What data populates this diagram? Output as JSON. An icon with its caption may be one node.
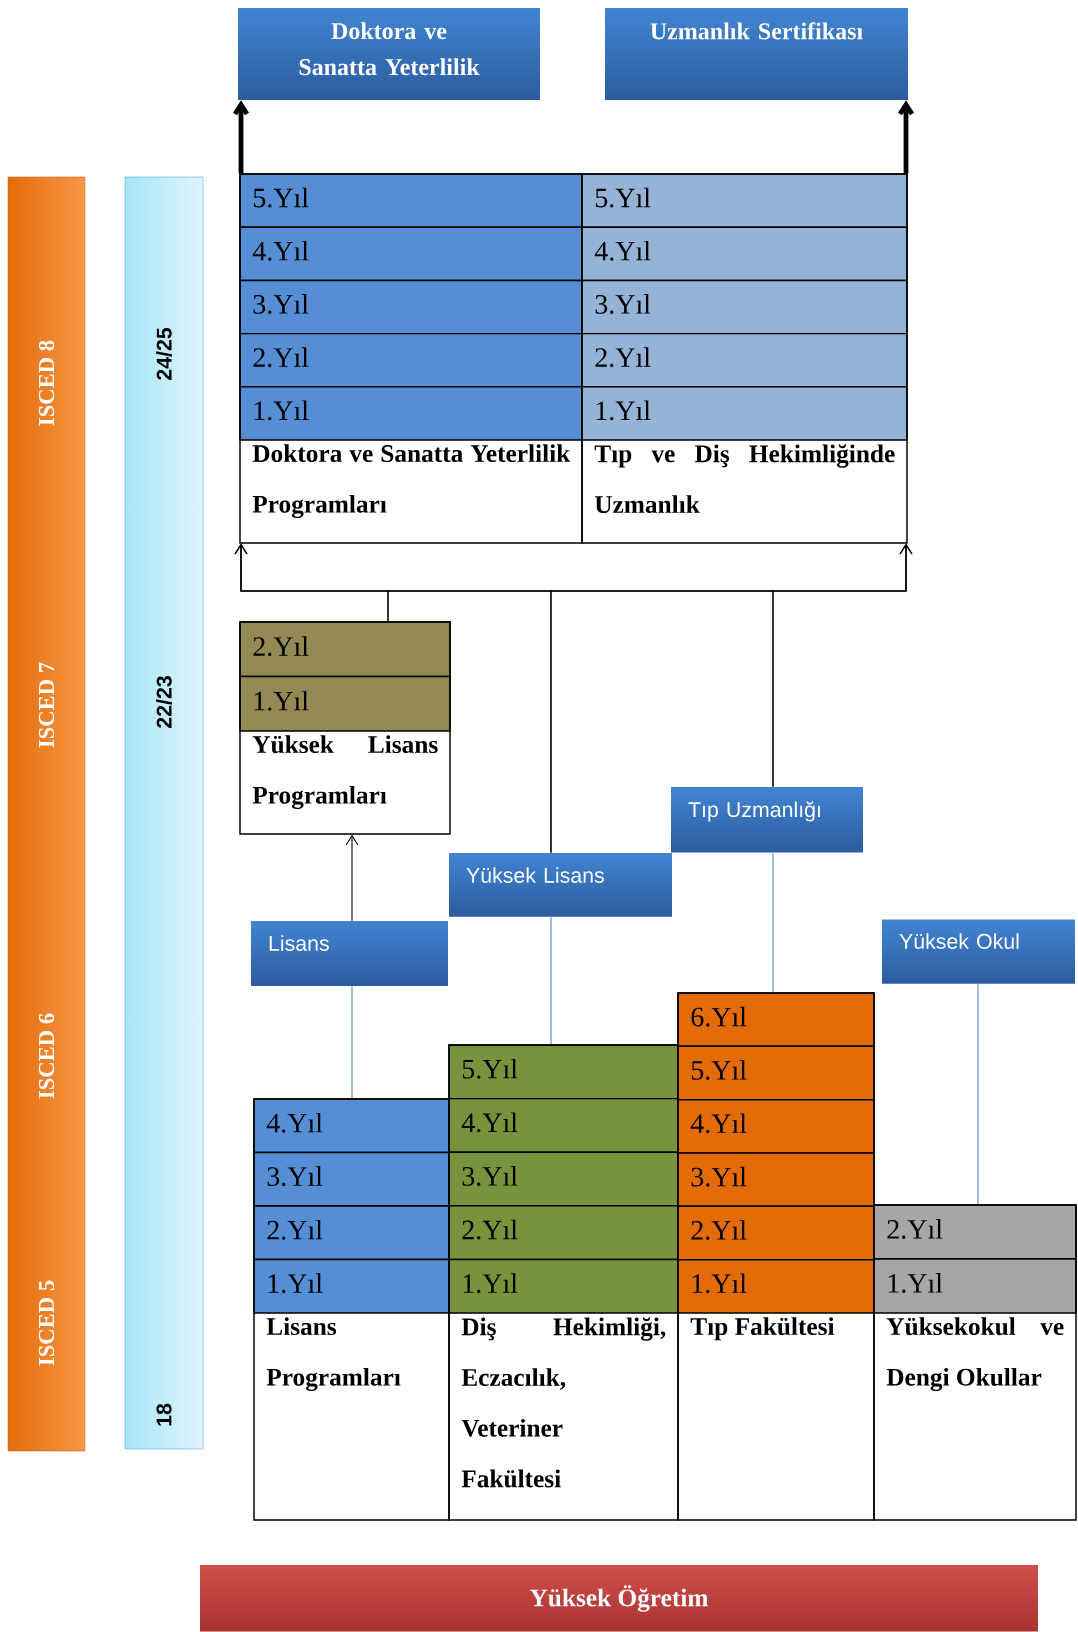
{
  "diagram": {
    "nodes": [
      {
        "text": [
          "ISCED 8",
          "ISCED 7",
          "ISCED 6",
          "ISCED 5"
        ]
      },
      {
        "text": [
          "24/25",
          "22/23",
          "18"
        ]
      },
      {
        "text": [
          "Doktora ve Sanatta Yeterlilik"
        ]
      },
      {
        "text": [
          "Uzmanlık Sertifikası"
        ]
      },
      {
        "text": [
          "5.Yıl",
          "4.Yıl",
          "3.Yıl",
          "2.Yıl",
          "1.Yıl",
          "Doktora ve Sanatta Yeterlilik Programları"
        ]
      },
      {
        "text": [
          "5.Yıl",
          "4.Yıl",
          "3.Yıl",
          "2.Yıl",
          "1.Yıl",
          "Tıp ve Diş Hekimliğinde Uzmanlık"
        ]
      },
      {
        "text": [
          "2.Yıl",
          "1.Yıl",
          "Yüksek Lisans Programları"
        ]
      },
      {
        "text": [
          "Tıp Uzmanlığı"
        ]
      },
      {
        "text": [
          "Yüksek Lisans"
        ]
      },
      {
        "text": [
          "Lisans"
        ]
      },
      {
        "text": [
          "Yüksek Okul"
        ]
      },
      {
        "text": [
          "4.Yıl",
          "3.Yıl",
          "2.Yıl",
          "1.Yıl",
          "Lisans Programları"
        ]
      },
      {
        "text": [
          "5.Yıl",
          "4.Yıl",
          "3.Yıl",
          "2.Yıl",
          "1.Yıl",
          "Diş Hekimliği, Eczacılık, Veteriner Fakültesi"
        ]
      },
      {
        "text": [
          "6.Yıl",
          "5.Yıl",
          "4.Yıl",
          "3.Yıl",
          "2.Yıl",
          "1.Yıl",
          "Tıp Fakültesi"
        ]
      },
      {
        "text": [
          "2.Yıl",
          "1.Yıl",
          "Yüksekokul ve Dengi Okullar"
        ]
      },
      {
        "text": [
          "Yüksek Öğretim"
        ]
      }
    ],
    "edges": [
      {
        "from": 4,
        "to": 2,
        "arrow": "to",
        "style": "thick"
      },
      {
        "from": 5,
        "to": 3,
        "arrow": "to",
        "style": "thick"
      },
      {
        "from": 11,
        "to": 9,
        "arrow": "none",
        "color": "#4f81bd"
      },
      {
        "from": 9,
        "to": 6,
        "arrow": "to"
      },
      {
        "from": 12,
        "to": 8,
        "arrow": "none",
        "color": "#4f81bd"
      },
      {
        "from": 13,
        "to": 7,
        "arrow": "none",
        "color": "#4f81bd"
      },
      {
        "from": 14,
        "to": 10,
        "arrow": "none",
        "color": "#4f81bd"
      },
      {
        "from": 6,
        "to": 4,
        "arrow": "to"
      },
      {
        "from": 6,
        "to": 5,
        "arrow": "to"
      },
      {
        "from": 8,
        "to": 4,
        "arrow": "to"
      },
      {
        "from": 8,
        "to": 5,
        "arrow": "to"
      },
      {
        "from": 7,
        "to": 4,
        "arrow": "to"
      },
      {
        "from": 7,
        "to": 5,
        "arrow": "to"
      }
    ]
  }
}
